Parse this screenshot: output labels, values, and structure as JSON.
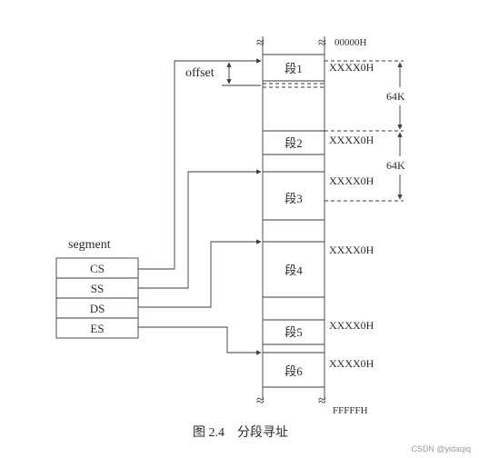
{
  "memory": {
    "start_address": "00000H",
    "end_address": "FFFFFH",
    "segment_base_label": "XXXX0H",
    "segments": [
      {
        "label": "段1"
      },
      {
        "label": "段2"
      },
      {
        "label": "段3"
      },
      {
        "label": "段4"
      },
      {
        "label": "段5"
      },
      {
        "label": "段6"
      }
    ]
  },
  "offset_label": "offset",
  "size_label": "64K",
  "registers": {
    "title": "segment",
    "items": [
      "CS",
      "SS",
      "DS",
      "ES"
    ]
  },
  "caption": "图 2.4　分段寻址",
  "watermark": "CSDN @yidaqiq"
}
